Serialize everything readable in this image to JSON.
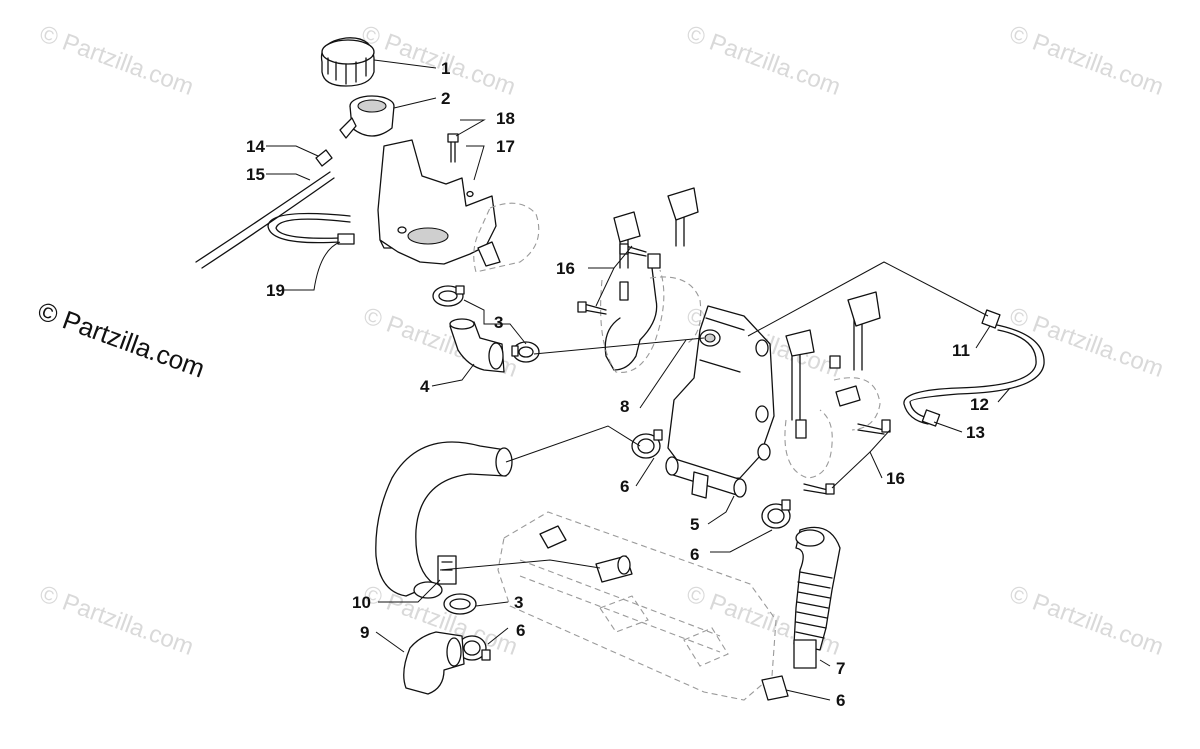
{
  "watermark": {
    "corner_text": "© Partzilla.com",
    "main_text": "© Partzilla.com"
  },
  "callouts": {
    "c1": "1",
    "c2": "2",
    "c3a": "3",
    "c3b": "3",
    "c4": "4",
    "c5": "5",
    "c6a": "6",
    "c6b": "6",
    "c6c": "6",
    "c6d": "6",
    "c7": "7",
    "c8": "8",
    "c9": "9",
    "c10": "10",
    "c11": "11",
    "c12": "12",
    "c13": "13",
    "c14": "14",
    "c15": "15",
    "c16a": "16",
    "c16b": "16",
    "c17": "17",
    "c18": "18",
    "c19": "19"
  }
}
